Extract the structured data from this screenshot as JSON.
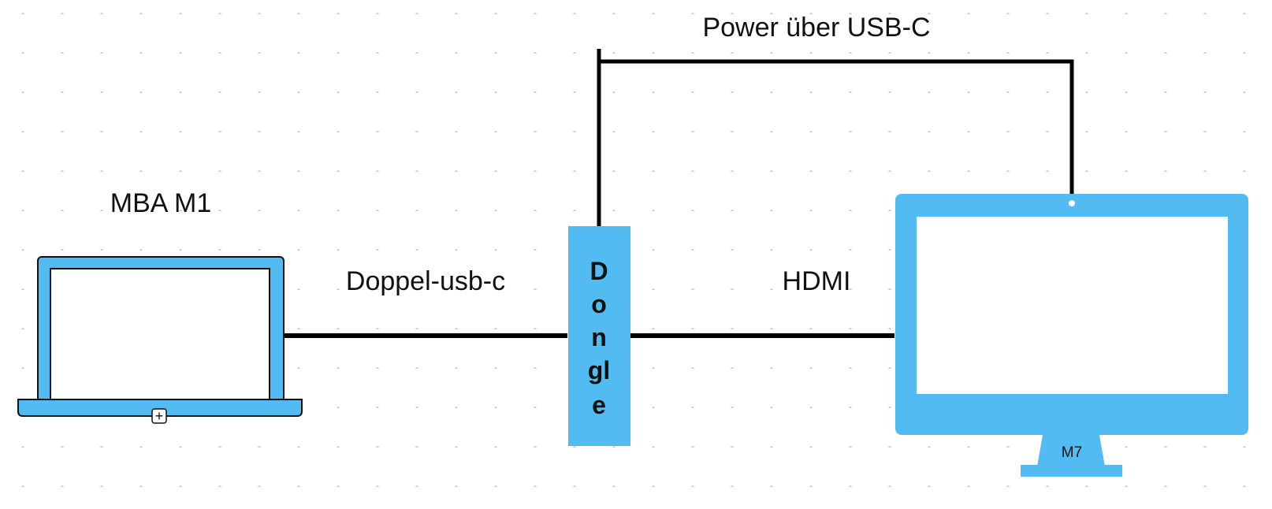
{
  "diagram": {
    "labels": {
      "laptop": "MBA M1",
      "usb_link": "Doppel-usb-c",
      "hdmi_link": "HDMI",
      "power_link": "Power über USB-C",
      "dongle_lines": [
        "D",
        "o",
        "n",
        "gl",
        "e"
      ],
      "monitor": "M7",
      "expand_glyph": "+"
    },
    "colors": {
      "device_fill": "#52BBF1",
      "line": "#000000",
      "grid_dot": "#c8c8c8",
      "background": "#ffffff"
    }
  }
}
